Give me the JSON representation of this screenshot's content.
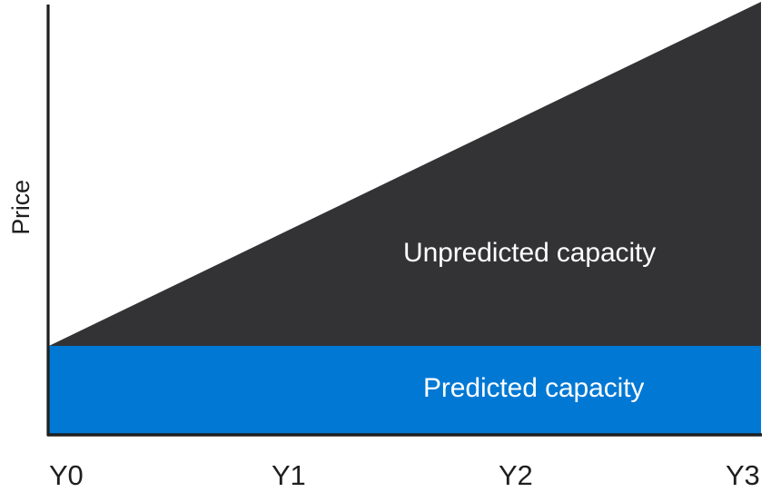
{
  "chart_data": {
    "type": "area",
    "title": "",
    "subtitle": "",
    "xlabel": "",
    "ylabel": "Price",
    "grid": false,
    "legend_position": "inline-annotations",
    "x": [
      "Y0",
      "Y1",
      "Y2",
      "Y3"
    ],
    "categories": [
      "Y0",
      "Y1",
      "Y2",
      "Y3"
    ],
    "xlim": [
      0,
      3
    ],
    "ylim": [
      0,
      100
    ],
    "stacked": true,
    "series": [
      {
        "name": "Predicted capacity",
        "color": "#0078D4",
        "values": [
          20,
          20,
          20,
          20
        ]
      },
      {
        "name": "Unpredicted capacity",
        "color": "#333336",
        "values": [
          0,
          26.7,
          53.3,
          80
        ]
      }
    ],
    "annotations": [
      {
        "text": "Unpredicted capacity",
        "color": "#FFFFFF"
      },
      {
        "text": "Predicted capacity",
        "color": "#FFFFFF"
      }
    ]
  },
  "axes": {
    "y_title": "Price",
    "x_tick_labels": [
      "Y0",
      "Y1",
      "Y2",
      "Y3"
    ],
    "axis_color": "#1f1f1f"
  },
  "labels": {
    "unpredicted": "Unpredicted capacity",
    "predicted": "Predicted capacity"
  },
  "colors": {
    "background": "#FFFFFF",
    "predicted_fill": "#0078D4",
    "unpredicted_fill": "#333336",
    "axis": "#1f1f1f",
    "label_text": "#FFFFFF",
    "tick_text": "#1f1f1f"
  }
}
